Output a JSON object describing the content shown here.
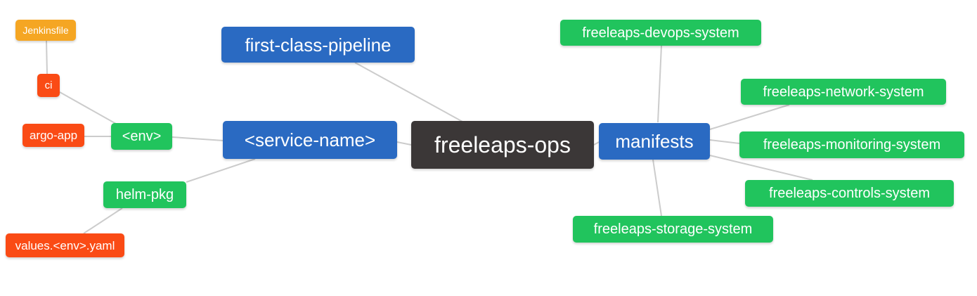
{
  "diagram": {
    "background": "#ffffff",
    "edge_color": "#cccccc",
    "colors": {
      "blue": "#2a6ac2",
      "green": "#21c45d",
      "red": "#fa4b15",
      "orange": "#f5a623",
      "dark": "#3b3737",
      "text": "#ffffff"
    },
    "nodes": {
      "root": {
        "label": "freeleaps-ops",
        "color": "#3b3737"
      },
      "first_class_pipeline": {
        "label": "first-class-pipeline",
        "color": "#2a6ac2"
      },
      "service_name": {
        "label": "<service-name>",
        "color": "#2a6ac2"
      },
      "manifests": {
        "label": "manifests",
        "color": "#2a6ac2"
      },
      "env": {
        "label": "<env>",
        "color": "#21c45d"
      },
      "helm_pkg": {
        "label": "helm-pkg",
        "color": "#21c45d"
      },
      "jenkinsfile": {
        "label": "Jenkinsfile",
        "color": "#f5a623"
      },
      "ci": {
        "label": "ci",
        "color": "#fa4b15"
      },
      "argo_app": {
        "label": "argo-app",
        "color": "#fa4b15"
      },
      "values_yaml": {
        "label": "values.<env>.yaml",
        "color": "#fa4b15"
      },
      "devops_system": {
        "label": "freeleaps-devops-system",
        "color": "#21c45d"
      },
      "network_system": {
        "label": "freeleaps-network-system",
        "color": "#21c45d"
      },
      "monitoring_system": {
        "label": "freeleaps-monitoring-system",
        "color": "#21c45d"
      },
      "controls_system": {
        "label": "freeleaps-controls-system",
        "color": "#21c45d"
      },
      "storage_system": {
        "label": "freeleaps-storage-system",
        "color": "#21c45d"
      }
    },
    "edges": [
      {
        "from": "jenkinsfile",
        "to": "ci"
      },
      {
        "from": "ci",
        "to": "env"
      },
      {
        "from": "argo_app",
        "to": "env"
      },
      {
        "from": "env",
        "to": "service_name"
      },
      {
        "from": "service_name",
        "to": "helm_pkg"
      },
      {
        "from": "helm_pkg",
        "to": "values_yaml"
      },
      {
        "from": "first_class_pipeline",
        "to": "root"
      },
      {
        "from": "service_name",
        "to": "root"
      },
      {
        "from": "root",
        "to": "manifests"
      },
      {
        "from": "manifests",
        "to": "devops_system"
      },
      {
        "from": "manifests",
        "to": "network_system"
      },
      {
        "from": "manifests",
        "to": "monitoring_system"
      },
      {
        "from": "manifests",
        "to": "controls_system"
      },
      {
        "from": "manifests",
        "to": "storage_system"
      }
    ]
  }
}
